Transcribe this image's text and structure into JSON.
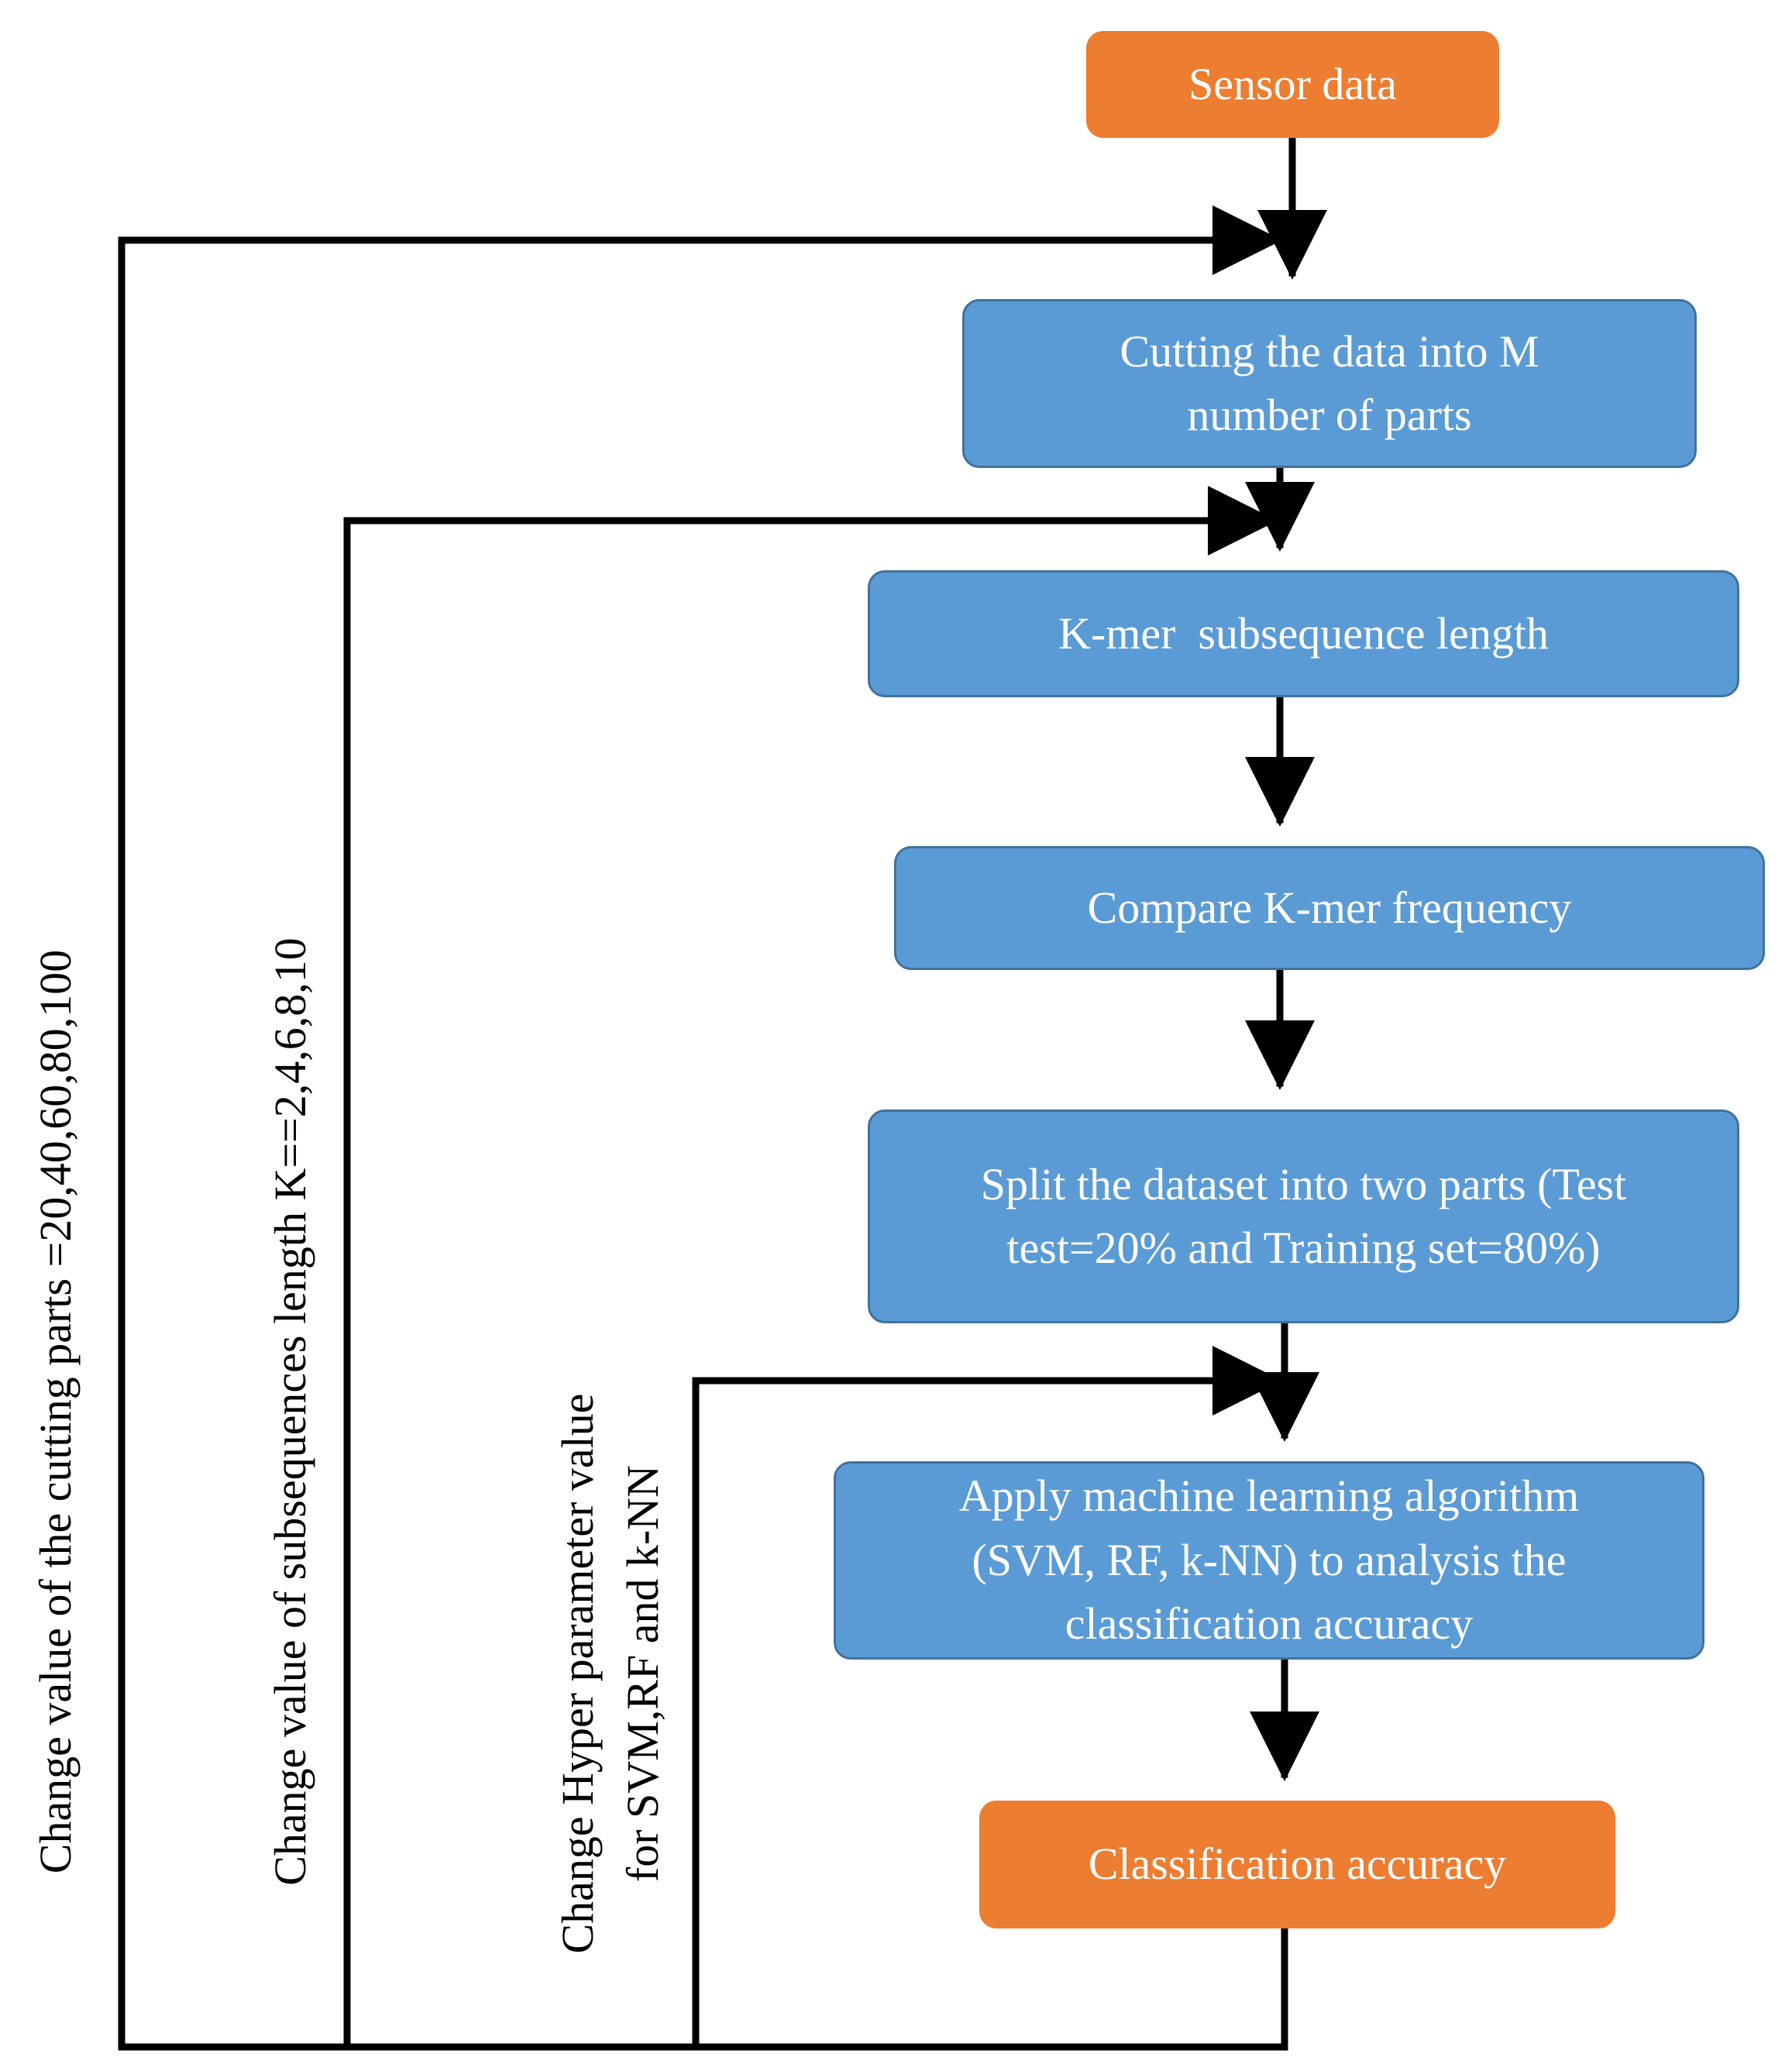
{
  "boxes": {
    "sensor": "Sensor data",
    "cutting": [
      "Cutting the data into M",
      "number of parts"
    ],
    "kmer": "K-mer  subsequence length",
    "compare": "Compare K-mer frequency",
    "split": [
      "Split the dataset into two parts (Test",
      "test=20% and Training set=80%)"
    ],
    "apply": [
      "Apply machine learning algorithm",
      "(SVM, RF, k-NN) to analysis the",
      "classification accuracy"
    ],
    "classification": "Classification accuracy"
  },
  "loop_labels": {
    "cutting_parts": "Change value of the cutting parts =20,40,60,80,100",
    "subsequences": "Change value of subsequences length K==2,4,6,8,10",
    "hyper": [
      "Change Hyper parameter value",
      "for SVM,RF and k-NN"
    ]
  },
  "colors": {
    "terminal": "#ED7D31",
    "process": "#5B9BD5",
    "process_border": "#41719C",
    "line": "#000000"
  }
}
